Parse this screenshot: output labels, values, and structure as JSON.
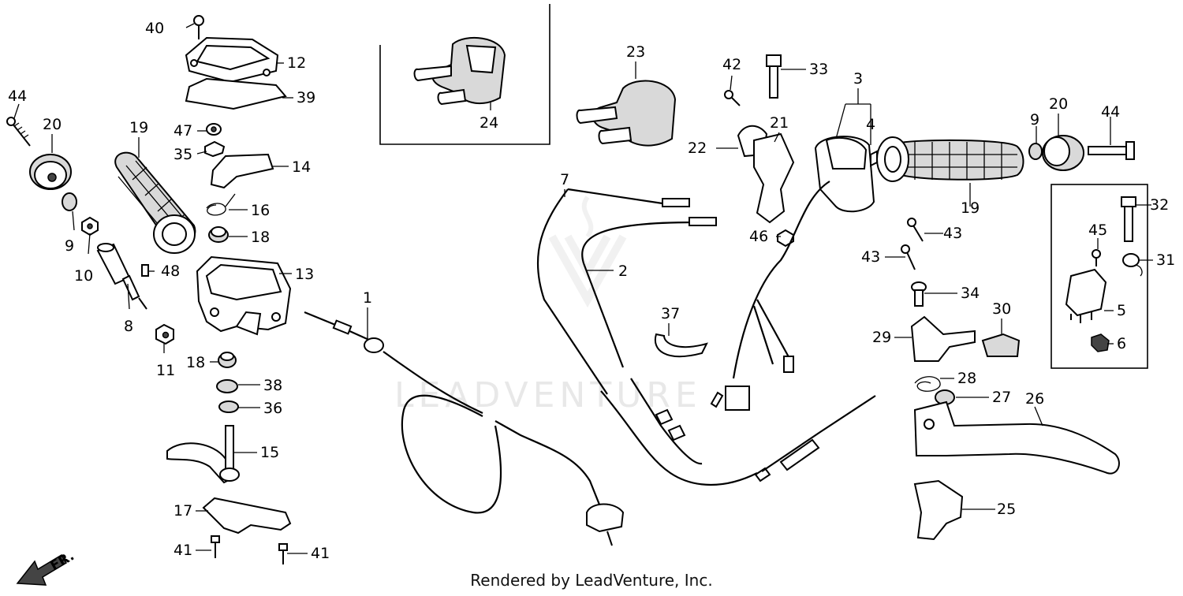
{
  "watermark": "LEADVENTURE",
  "direction_label": "FR.",
  "credit": "Rendered by LeadVenture, Inc.",
  "callouts": [
    "1",
    "2",
    "3",
    "4",
    "5",
    "6",
    "7",
    "8",
    "9",
    "9",
    "10",
    "11",
    "12",
    "13",
    "14",
    "15",
    "16",
    "17",
    "18",
    "18",
    "19",
    "19",
    "20",
    "20",
    "21",
    "22",
    "23",
    "24",
    "25",
    "26",
    "27",
    "28",
    "29",
    "30",
    "31",
    "32",
    "33",
    "34",
    "35",
    "36",
    "37",
    "38",
    "39",
    "40",
    "41",
    "41",
    "42",
    "43",
    "43",
    "44",
    "44",
    "45",
    "46",
    "47",
    "48"
  ],
  "colors": {
    "line": "#000000",
    "shade": "#d9d9d9",
    "watermark": "#e8e8e8"
  }
}
